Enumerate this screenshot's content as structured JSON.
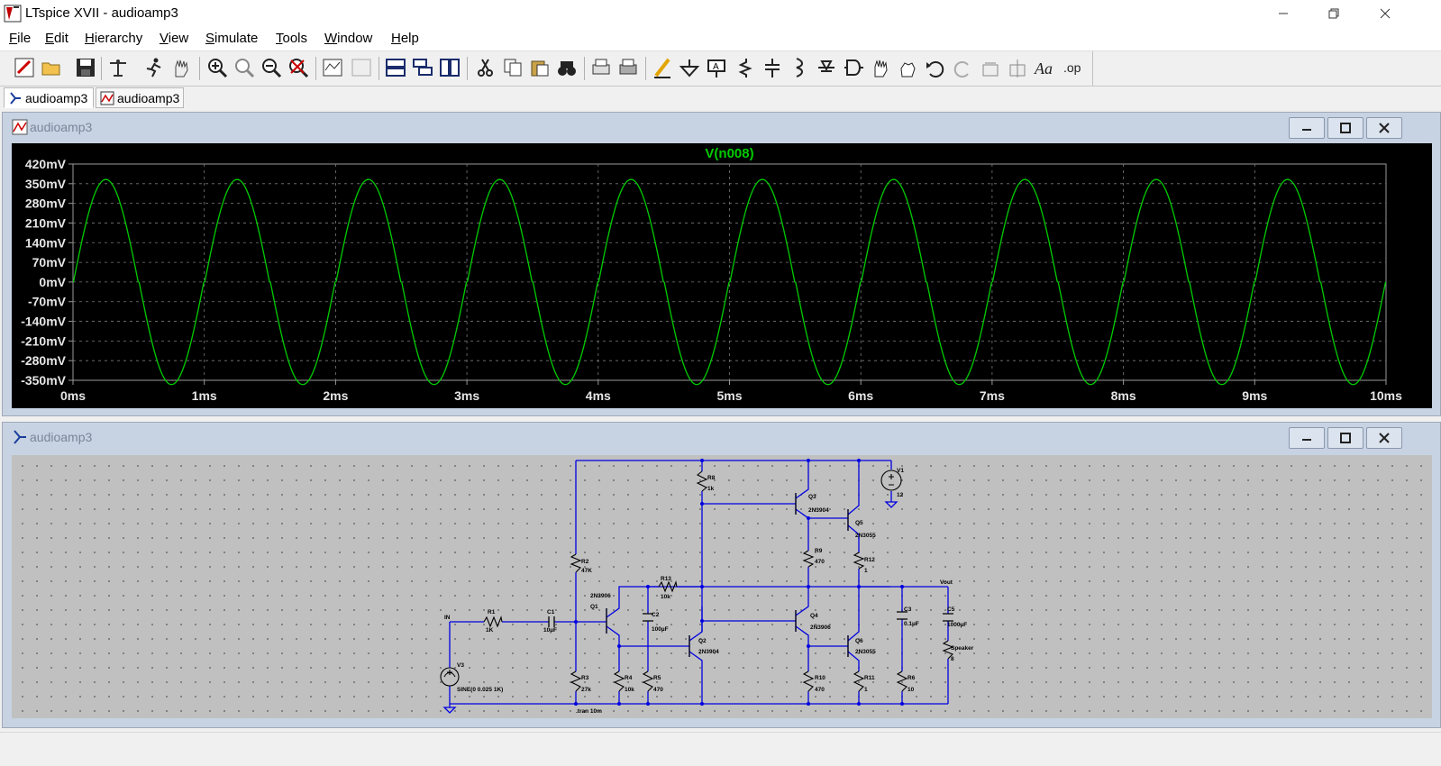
{
  "window": {
    "title": "LTspice XVII - audioamp3"
  },
  "menu": [
    {
      "label": "File",
      "key": "F",
      "rest": "ile"
    },
    {
      "label": "Edit",
      "key": "E",
      "rest": "dit"
    },
    {
      "label": "Hierarchy",
      "key": "H",
      "rest": "ierarchy"
    },
    {
      "label": "View",
      "key": "V",
      "rest": "iew"
    },
    {
      "label": "Simulate",
      "key": "S",
      "rest": "imulate"
    },
    {
      "label": "Tools",
      "key": "T",
      "rest": "ools"
    },
    {
      "label": "Window",
      "key": "W",
      "rest": "indow"
    },
    {
      "label": "Help",
      "key": "H",
      "rest": "elp"
    }
  ],
  "tabs": [
    {
      "label": "audioamp3",
      "icon": "schematic-icon"
    },
    {
      "label": "audioamp3",
      "icon": "waveform-icon"
    }
  ],
  "waveform_window": {
    "title": "audioamp3"
  },
  "schematic_window": {
    "title": "audioamp3"
  },
  "colors": {
    "trace": "#00cc00",
    "wire": "#0000ff",
    "plot_bg": "#000000",
    "schematic_bg": "#c0c0c0"
  },
  "chart_data": {
    "type": "line",
    "title": "V(n008)",
    "xlabel": "",
    "ylabel": "",
    "x_ticks": [
      "0ms",
      "1ms",
      "2ms",
      "3ms",
      "4ms",
      "5ms",
      "6ms",
      "7ms",
      "8ms",
      "9ms",
      "10ms"
    ],
    "y_ticks": [
      "420mV",
      "350mV",
      "280mV",
      "210mV",
      "140mV",
      "70mV",
      "0mV",
      "-70mV",
      "-140mV",
      "-210mV",
      "-280mV",
      "-350mV"
    ],
    "xlim": [
      0,
      10
    ],
    "ylim": [
      -350,
      420
    ],
    "grid": true,
    "series": [
      {
        "name": "V(n008)",
        "frequency_khz": 1,
        "amplitude_mv": 365,
        "dead_band_mv": 8
      }
    ]
  },
  "schematic": {
    "labels": {
      "in": "IN",
      "vout": "Vout",
      "tran": ".tran 10m",
      "r1": "R1",
      "r1v": "1K",
      "c1": "C1",
      "c1v": "10µF",
      "r2": "R2",
      "r2v": "47K",
      "r3": "R3",
      "r3v": "27k",
      "q1": "Q1",
      "q1v": "2N3906",
      "r4": "R4",
      "r4v": "10k",
      "c2": "C2",
      "c2v": "100µF",
      "r5": "R5",
      "r5v": "470",
      "r13": "R13",
      "r13v": "10k",
      "q2": "Q2",
      "q2v": "2N3904",
      "r8": "R8",
      "r8v": "1k",
      "q3": "Q3",
      "q3v": "2N3904",
      "q5": "Q5",
      "q5v": "2N3055",
      "r9": "R9",
      "r9v": "470",
      "r12": "R12",
      "r12v": "1",
      "q4": "Q4",
      "q4v": "2N3906",
      "q6": "Q6",
      "q6v": "2N3055",
      "r10": "R10",
      "r10v": "470",
      "r11": "R11",
      "r11v": "1",
      "c3": "C3",
      "c3v": "0.1µF",
      "r6": "R6",
      "r6v": "10",
      "c5": "C5",
      "c5v": "1000µF",
      "spk": "Speaker",
      "spkv": "8",
      "v1": "V1",
      "v1v": "12",
      "v3": "V3",
      "v3v": "SINE(0 0.025 1K)"
    }
  }
}
